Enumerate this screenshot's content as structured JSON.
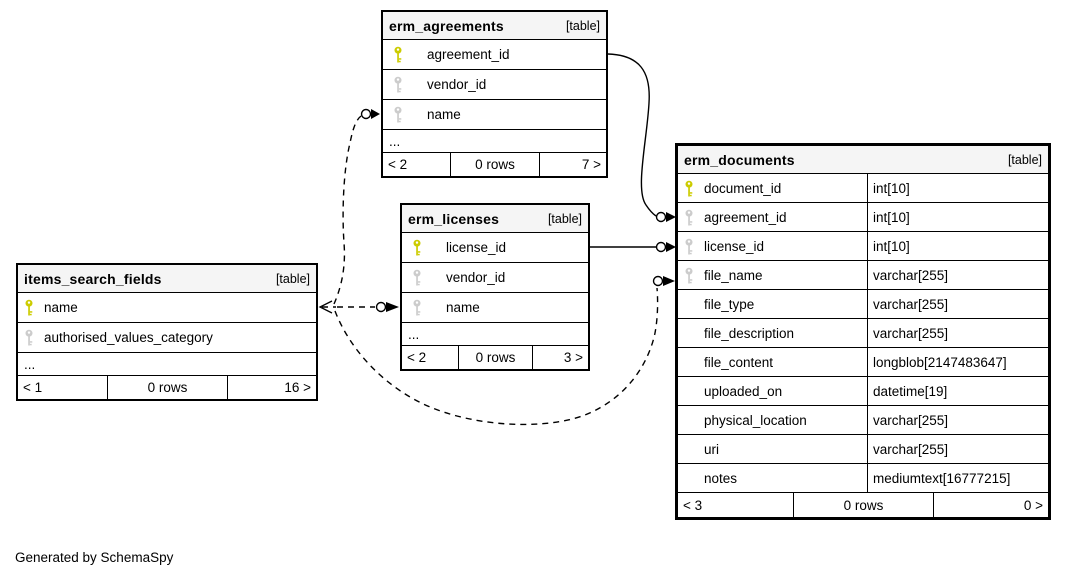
{
  "generated_by": "Generated by SchemaSpy",
  "colors": {
    "primary_key": "#cccc00",
    "foreign_key": "#cccccc",
    "header_background": "#f5f5f5",
    "table_border": "#000000",
    "edge": "#000000",
    "background": "#ffffff"
  },
  "tables": {
    "erm_agreements": {
      "title": "erm_agreements",
      "tag": "[table]",
      "columns": [
        {
          "name": "agreement_id",
          "key": "primary"
        },
        {
          "name": "vendor_id",
          "key": "foreign"
        },
        {
          "name": "name",
          "key": "foreign"
        }
      ],
      "more": "...",
      "pager": {
        "prev": "< 2",
        "rows": "0 rows",
        "next": "7 >"
      }
    },
    "erm_licenses": {
      "title": "erm_licenses",
      "tag": "[table]",
      "columns": [
        {
          "name": "license_id",
          "key": "primary"
        },
        {
          "name": "vendor_id",
          "key": "foreign"
        },
        {
          "name": "name",
          "key": "foreign"
        }
      ],
      "more": "...",
      "pager": {
        "prev": "< 2",
        "rows": "0 rows",
        "next": "3 >"
      }
    },
    "items_search_fields": {
      "title": "items_search_fields",
      "tag": "[table]",
      "columns": [
        {
          "name": "name",
          "key": "primary"
        },
        {
          "name": "authorised_values_category",
          "key": "foreign"
        }
      ],
      "more": "...",
      "pager": {
        "prev": "< 1",
        "rows": "0 rows",
        "next": "16 >"
      }
    },
    "erm_documents": {
      "title": "erm_documents",
      "tag": "[table]",
      "columns": [
        {
          "name": "document_id",
          "type": "int[10]",
          "key": "primary"
        },
        {
          "name": "agreement_id",
          "type": "int[10]",
          "key": "foreign"
        },
        {
          "name": "license_id",
          "type": "int[10]",
          "key": "foreign"
        },
        {
          "name": "file_name",
          "type": "varchar[255]",
          "key": "foreign"
        },
        {
          "name": "file_type",
          "type": "varchar[255]",
          "key": "none"
        },
        {
          "name": "file_description",
          "type": "varchar[255]",
          "key": "none"
        },
        {
          "name": "file_content",
          "type": "longblob[2147483647]",
          "key": "none"
        },
        {
          "name": "uploaded_on",
          "type": "datetime[19]",
          "key": "none"
        },
        {
          "name": "physical_location",
          "type": "varchar[255]",
          "key": "none"
        },
        {
          "name": "uri",
          "type": "varchar[255]",
          "key": "none"
        },
        {
          "name": "notes",
          "type": "mediumtext[16777215]",
          "key": "none"
        }
      ],
      "pager": {
        "prev": "< 3",
        "rows": "0 rows",
        "next": "0 >"
      }
    }
  },
  "relationships": [
    {
      "from": "erm_agreements.agreement_id",
      "to": "erm_documents.agreement_id",
      "style": "solid"
    },
    {
      "from": "erm_licenses.license_id",
      "to": "erm_documents.license_id",
      "style": "solid"
    },
    {
      "from": "items_search_fields.name",
      "to": "erm_agreements.name",
      "style": "dashed"
    },
    {
      "from": "items_search_fields.name",
      "to": "erm_licenses.name",
      "style": "dashed"
    },
    {
      "from": "items_search_fields.name",
      "to": "erm_documents.file_name",
      "style": "dashed"
    }
  ]
}
